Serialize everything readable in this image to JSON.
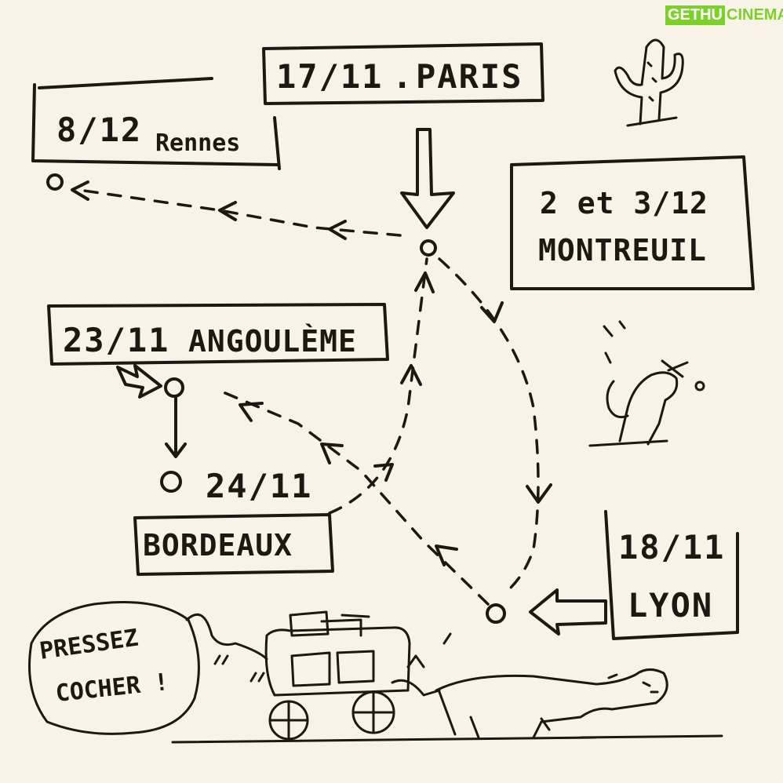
{
  "logo": {
    "left": "GETHU",
    "right": "CINEMA",
    "brand_color": "#7bd12a"
  },
  "stops": {
    "paris": {
      "date": "17/11",
      "city": "PARIS"
    },
    "rennes": {
      "date": "8/12",
      "city": "Rennes"
    },
    "montreuil": {
      "date": "2 et 3/12",
      "city": "MONTREUIL"
    },
    "angouleme": {
      "date": "23/11",
      "city": "ANGOULÈME"
    },
    "bordeaux": {
      "date": "24/11",
      "city": "BORDEAUX"
    },
    "lyon": {
      "date": "18/11",
      "city": "LYON"
    }
  },
  "speech_bubble": {
    "line1": "PRESSEZ",
    "line2": "COCHER !"
  },
  "colors": {
    "ink": "#1f1711",
    "paper": "#f7f4e7"
  }
}
